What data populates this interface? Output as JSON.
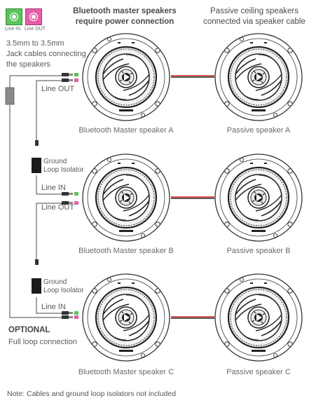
{
  "legend": {
    "line_in": "Line IN",
    "line_out": "Line OUT",
    "line_in_color": "#5cc35c",
    "line_out_color": "#e45fa8"
  },
  "headers": {
    "master": [
      "Bluetooth master speakers",
      "require power connection"
    ],
    "passive": [
      "Passive ceiling speakers",
      "connected via speaker cable"
    ]
  },
  "jack_note": [
    "3.5mm to 3.5mm",
    "Jack cables connecting",
    "the speakers"
  ],
  "port_labels": {
    "a_out": "Line OUT",
    "b_in": "Line IN",
    "b_out": "Line OUT",
    "c_in": "Line IN"
  },
  "isolators": [
    [
      "Ground",
      "Loop Isolator"
    ],
    [
      "Ground",
      "Loop Isolator"
    ]
  ],
  "optional": {
    "title": "OPTIONAL",
    "subtitle": "Full loop connection"
  },
  "speakers": {
    "master_a": "Bluetooth Master speaker A",
    "passive_a": "Passive speaker A",
    "master_b": "Bluetooth Master speaker B",
    "passive_b": "Passive speaker B",
    "master_c": "Bluetooth Master speaker C",
    "passive_c": "Passive speaker C"
  },
  "note": "Note: Cables and ground loop isolators not included",
  "colors": {
    "speaker_wire_red": "#d8201f",
    "speaker_wire_black": "#222222",
    "cable": "#6a6a6a"
  }
}
